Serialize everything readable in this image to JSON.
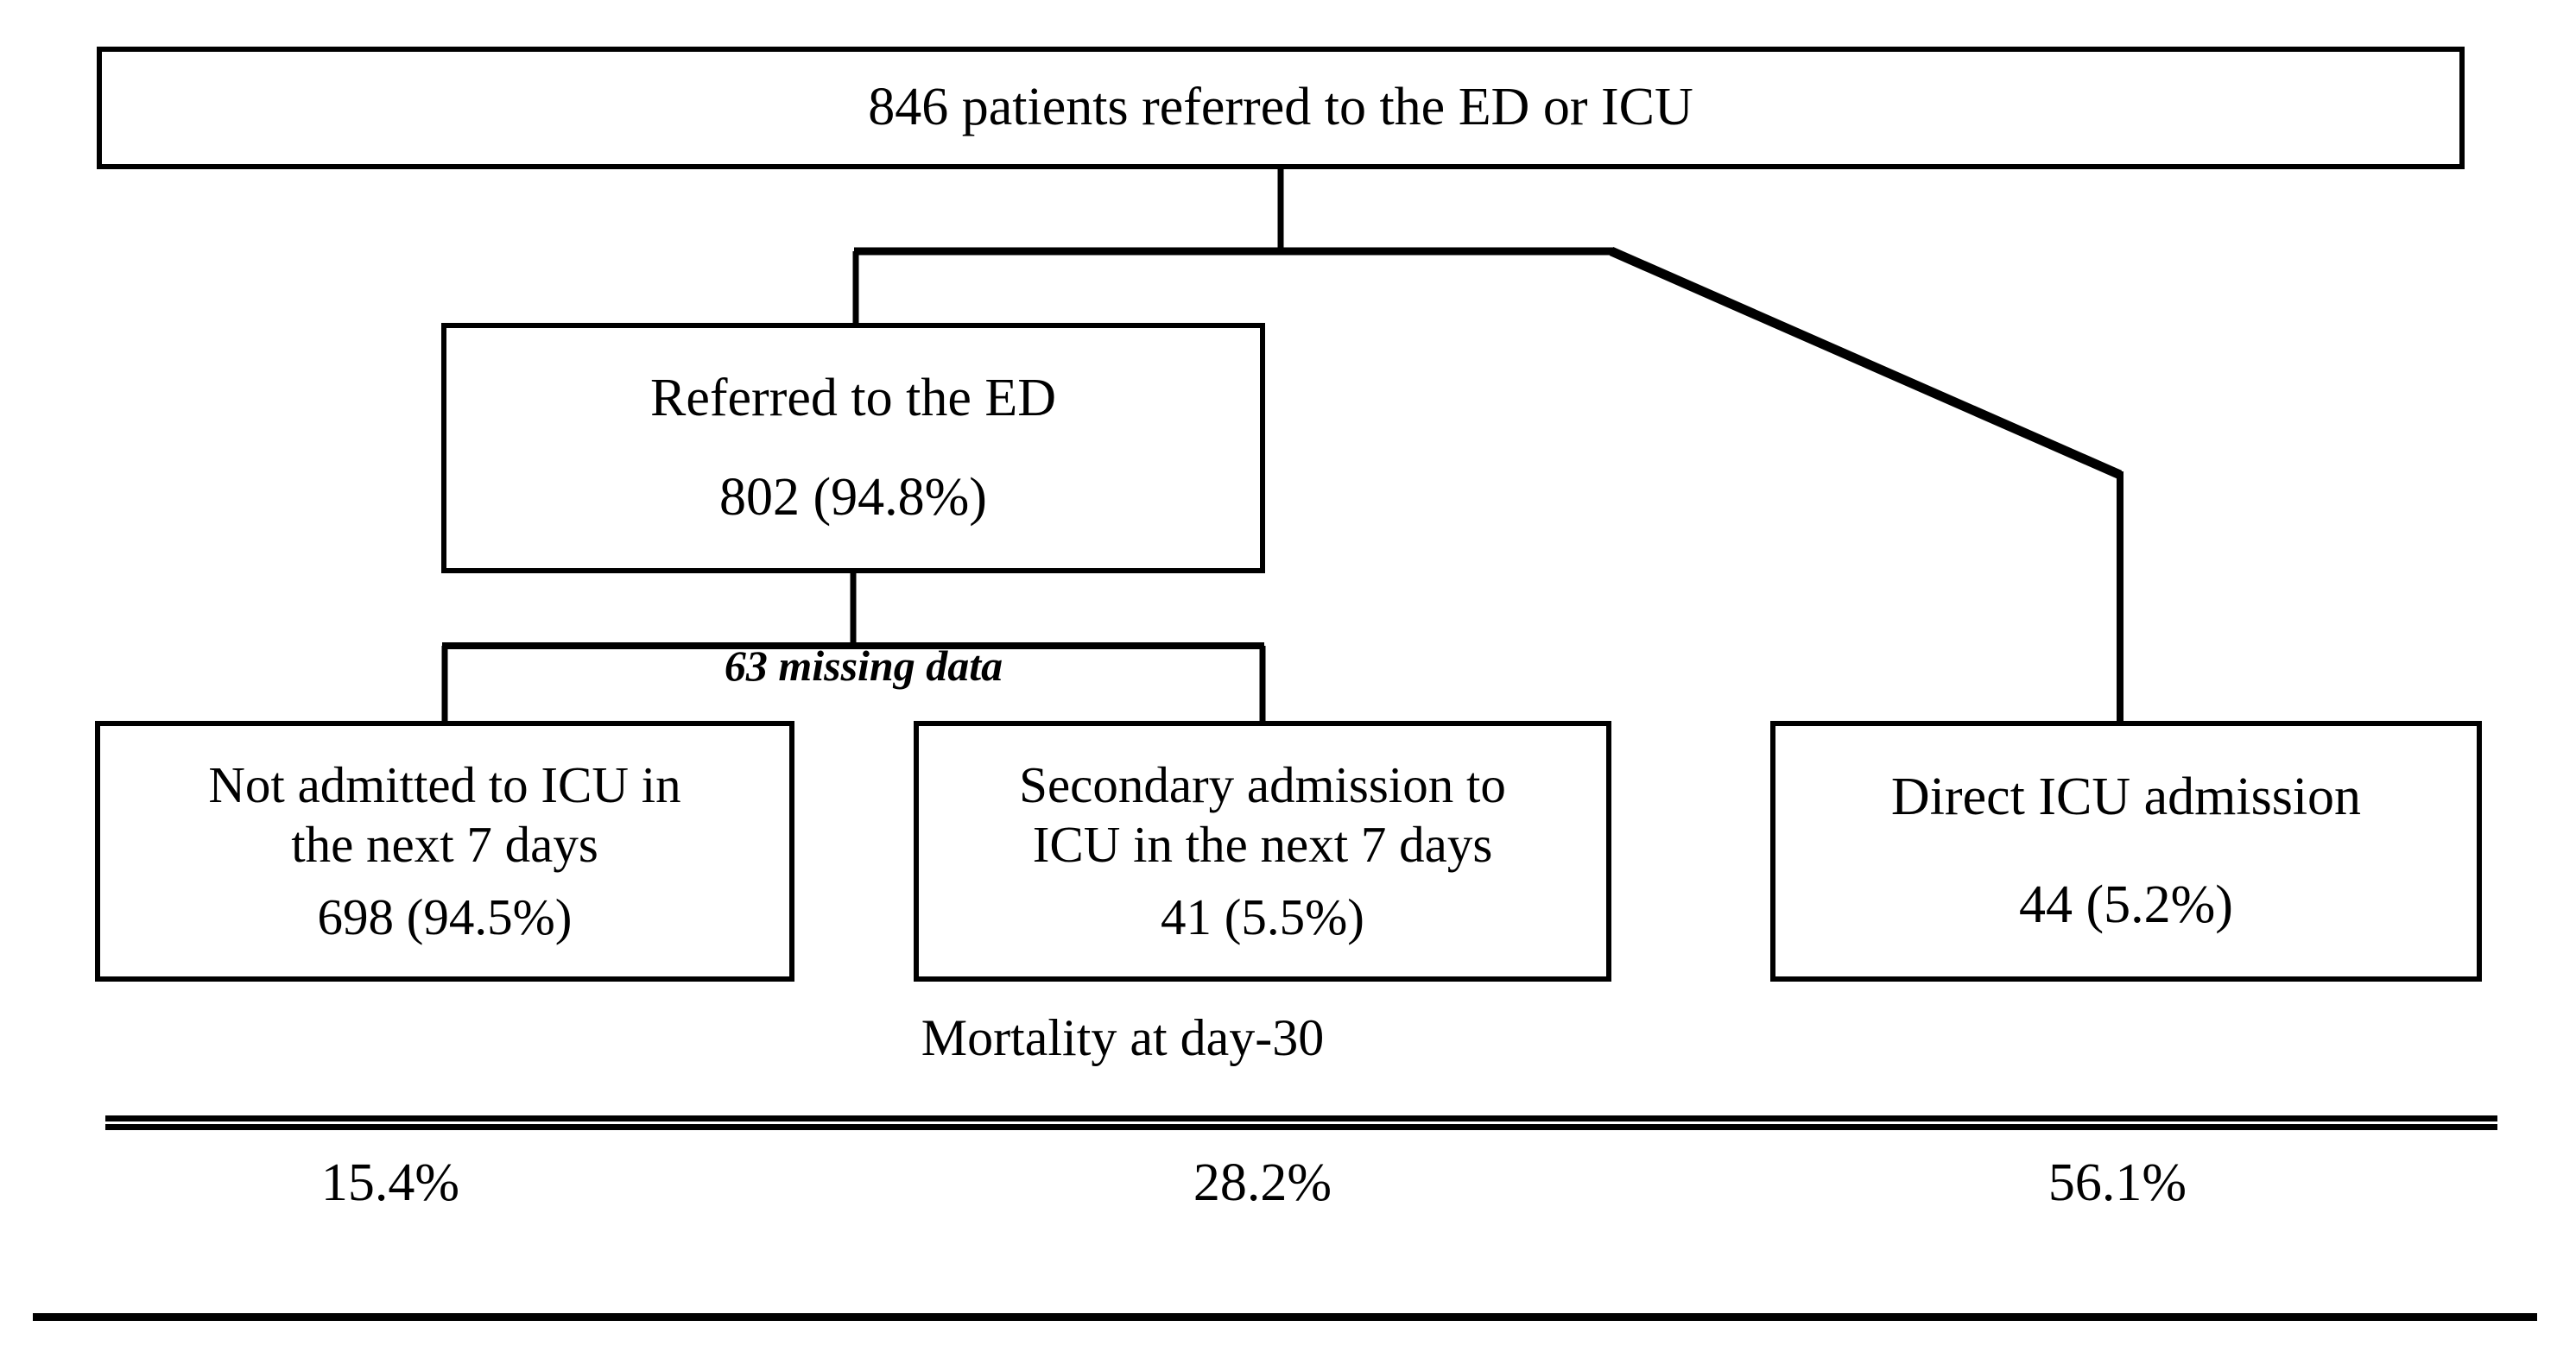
{
  "diagram": {
    "title": "846 patients referred to the ED or ICU",
    "type": "flowchart",
    "nodes": {
      "root": {
        "label": "846 patients referred to the ED or ICU",
        "count": 846
      },
      "referred_ed": {
        "label": "Referred to the ED",
        "count": "802 (94.8%)"
      },
      "not_admitted": {
        "line1": "Not admitted to ICU in",
        "line2": "the next 7 days",
        "count": "698 (94.5%)"
      },
      "secondary_admission": {
        "line1": "Secondary admission to",
        "line2": "ICU in the next 7 days",
        "count": "41 (5.5%)"
      },
      "direct_icu": {
        "label": "Direct ICU admission",
        "count": "44 (5.2%)"
      }
    },
    "annotations": {
      "missing_data": "63 missing data"
    },
    "mortality": {
      "caption": "Mortality at day-30",
      "values": [
        "15.4%",
        "28.2%",
        "56.1%"
      ]
    },
    "colors": {
      "stroke": "#000000",
      "background": "#ffffff",
      "text": "#000000"
    }
  },
  "chart_data": {
    "type": "table",
    "title": "846 patients referred to the ED or ICU",
    "categories": [
      "Not admitted to ICU in the next 7 days",
      "Secondary admission to ICU in the next 7 days",
      "Direct ICU admission"
    ],
    "counts": [
      698,
      41,
      44
    ],
    "percent_of_parent": [
      94.5,
      5.5,
      5.2
    ],
    "series": [
      {
        "name": "Mortality at day-30",
        "values": [
          15.4,
          28.2,
          56.1
        ]
      }
    ],
    "ylabel": "Mortality at day-30 (%)",
    "notes": "63 missing data between 'Referred to the ED' (802, 94.8%) and the 7-day outcome split"
  }
}
